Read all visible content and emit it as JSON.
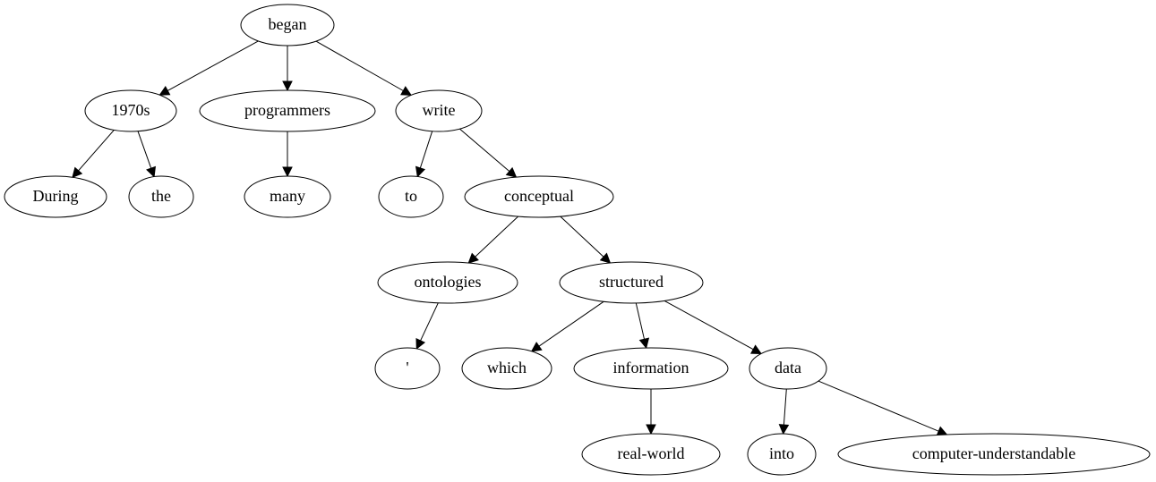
{
  "diagram": {
    "type": "dependency-tree",
    "root": "began",
    "nodes": [
      {
        "id": "began",
        "label": "began"
      },
      {
        "id": "1970s",
        "label": "1970s"
      },
      {
        "id": "programmers",
        "label": "programmers"
      },
      {
        "id": "write",
        "label": "write"
      },
      {
        "id": "during",
        "label": "During"
      },
      {
        "id": "the",
        "label": "the"
      },
      {
        "id": "many",
        "label": "many"
      },
      {
        "id": "to",
        "label": "to"
      },
      {
        "id": "conceptual",
        "label": "conceptual"
      },
      {
        "id": "ontologies",
        "label": "ontologies"
      },
      {
        "id": "structured",
        "label": "structured"
      },
      {
        "id": "apostrophe",
        "label": "'"
      },
      {
        "id": "which",
        "label": "which"
      },
      {
        "id": "information",
        "label": "information"
      },
      {
        "id": "data",
        "label": "data"
      },
      {
        "id": "real-world",
        "label": "real-world"
      },
      {
        "id": "into",
        "label": "into"
      },
      {
        "id": "computer-understandable",
        "label": "computer-understandable"
      }
    ],
    "edges": [
      {
        "from": "began",
        "to": "1970s"
      },
      {
        "from": "began",
        "to": "programmers"
      },
      {
        "from": "began",
        "to": "write"
      },
      {
        "from": "1970s",
        "to": "during"
      },
      {
        "from": "1970s",
        "to": "the"
      },
      {
        "from": "programmers",
        "to": "many"
      },
      {
        "from": "write",
        "to": "to"
      },
      {
        "from": "write",
        "to": "conceptual"
      },
      {
        "from": "conceptual",
        "to": "ontologies"
      },
      {
        "from": "conceptual",
        "to": "structured"
      },
      {
        "from": "ontologies",
        "to": "apostrophe"
      },
      {
        "from": "structured",
        "to": "which"
      },
      {
        "from": "structured",
        "to": "information"
      },
      {
        "from": "structured",
        "to": "data"
      },
      {
        "from": "information",
        "to": "real-world"
      },
      {
        "from": "data",
        "to": "into"
      },
      {
        "from": "data",
        "to": "computer-understandable"
      }
    ]
  }
}
